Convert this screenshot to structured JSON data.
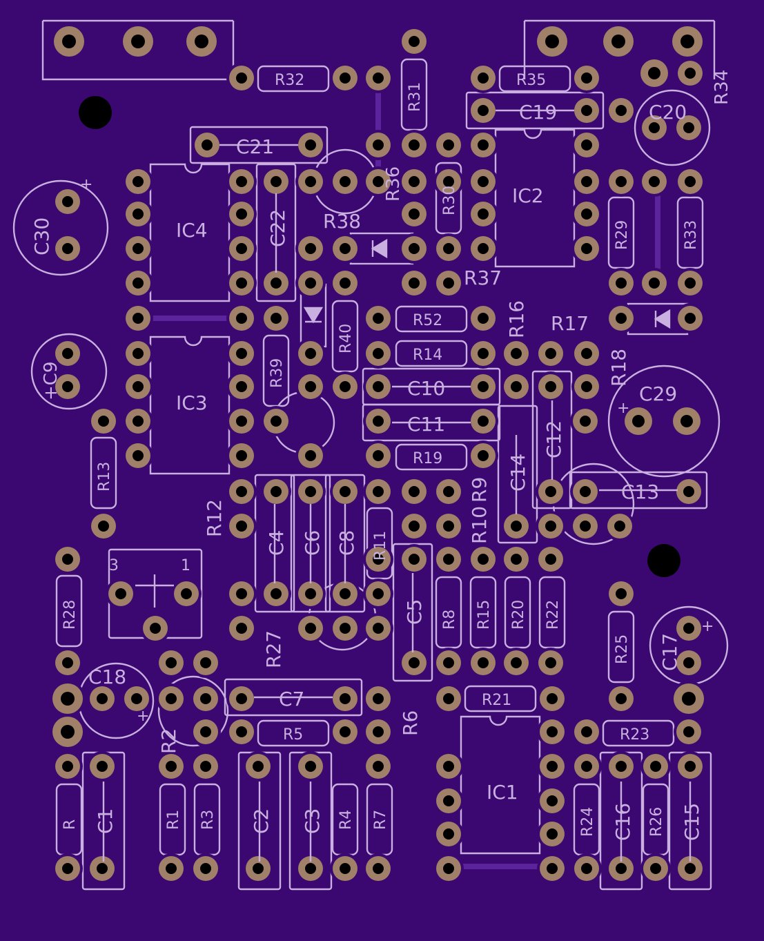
{
  "board": {
    "substrate_color": "#3a0870",
    "silkscreen_color": "#c9b0e0",
    "pad_color": "#a08068",
    "trace_color": "#5b249c"
  },
  "labels": {
    "ic1": "IC1",
    "ic2": "IC2",
    "ic3": "IC3",
    "ic4": "IC4",
    "c1": "C1",
    "c2": "C2",
    "c3": "C3",
    "c4": "C4",
    "c5": "C5",
    "c6": "C6",
    "c7": "C7",
    "c8": "C8",
    "c9": "+C9",
    "c10": "C10",
    "c11": "C11",
    "c12": "C12",
    "c13": "C13",
    "c14": "C14",
    "c15": "C15",
    "c16": "C16",
    "c17": "C17",
    "c18": "C18",
    "c19": "C19",
    "c20": "C20",
    "c21": "C21",
    "c22": "C22",
    "c29": "C29",
    "c30": "C30",
    "r": "R",
    "r1": "R1",
    "r2": "R2",
    "r3": "R3",
    "r4": "R4",
    "r5": "R5",
    "r6": "R6",
    "r7": "R7",
    "r8": "R8",
    "r9": "R9",
    "r10": "R10",
    "r11": "R11",
    "r12": "R12",
    "r13": "R13",
    "r14": "R14",
    "r15": "R15",
    "r16": "R16",
    "r17": "R17",
    "r18": "R18",
    "r19": "R19",
    "r20": "R20",
    "r21": "R21",
    "r22": "R22",
    "r23": "R23",
    "r24": "R24",
    "r25": "R25",
    "r26": "R26",
    "r27": "R27",
    "r28": "R28",
    "r29": "R29",
    "r30": "R30",
    "r31": "R31",
    "r32": "R32",
    "r33": "R33",
    "r34": "R34",
    "r35": "R35",
    "r36": "R36",
    "r37": "R37",
    "r38": "R38",
    "r39": "R39",
    "r40": "R40",
    "r52": "R52",
    "pot_pin3": "3",
    "pot_pin1": "1",
    "plus": "+"
  }
}
